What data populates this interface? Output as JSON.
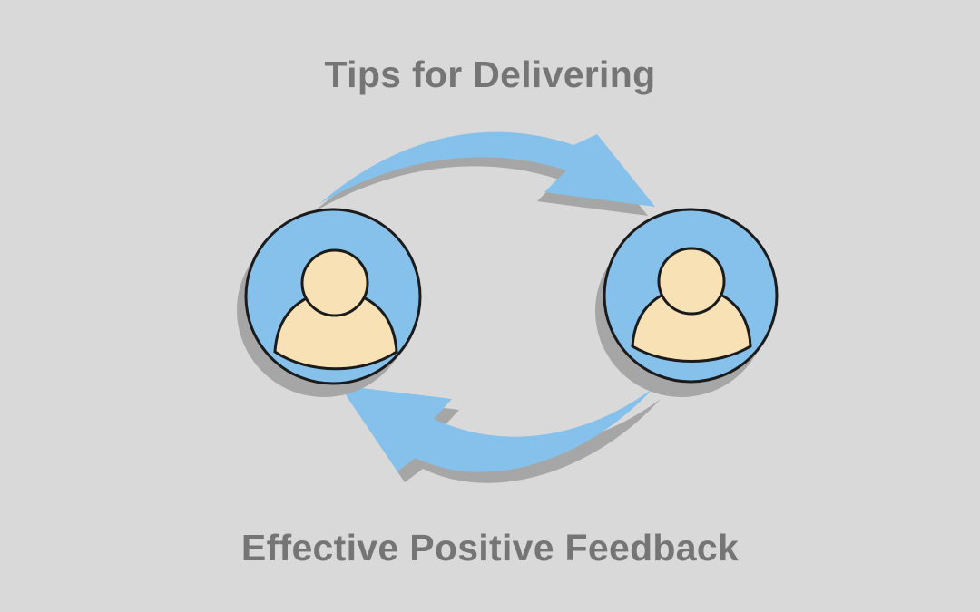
{
  "title": {
    "line1": "Tips for Delivering",
    "line2": "Effective Positive Feedback"
  },
  "colors": {
    "background": "#d9d9d9",
    "text": "#757575",
    "arrow": "#85c1ea",
    "arrow_shadow": "#a6a6a6",
    "avatar_ring": "#85c1ea",
    "avatar_face": "#f8e1b4",
    "outline": "#1b1b1b"
  },
  "diagram": {
    "top_arrow_icon": "curved-arrow-right",
    "bottom_arrow_icon": "curved-arrow-left",
    "left_avatar_icon": "person-icon",
    "right_avatar_icon": "person-icon"
  }
}
